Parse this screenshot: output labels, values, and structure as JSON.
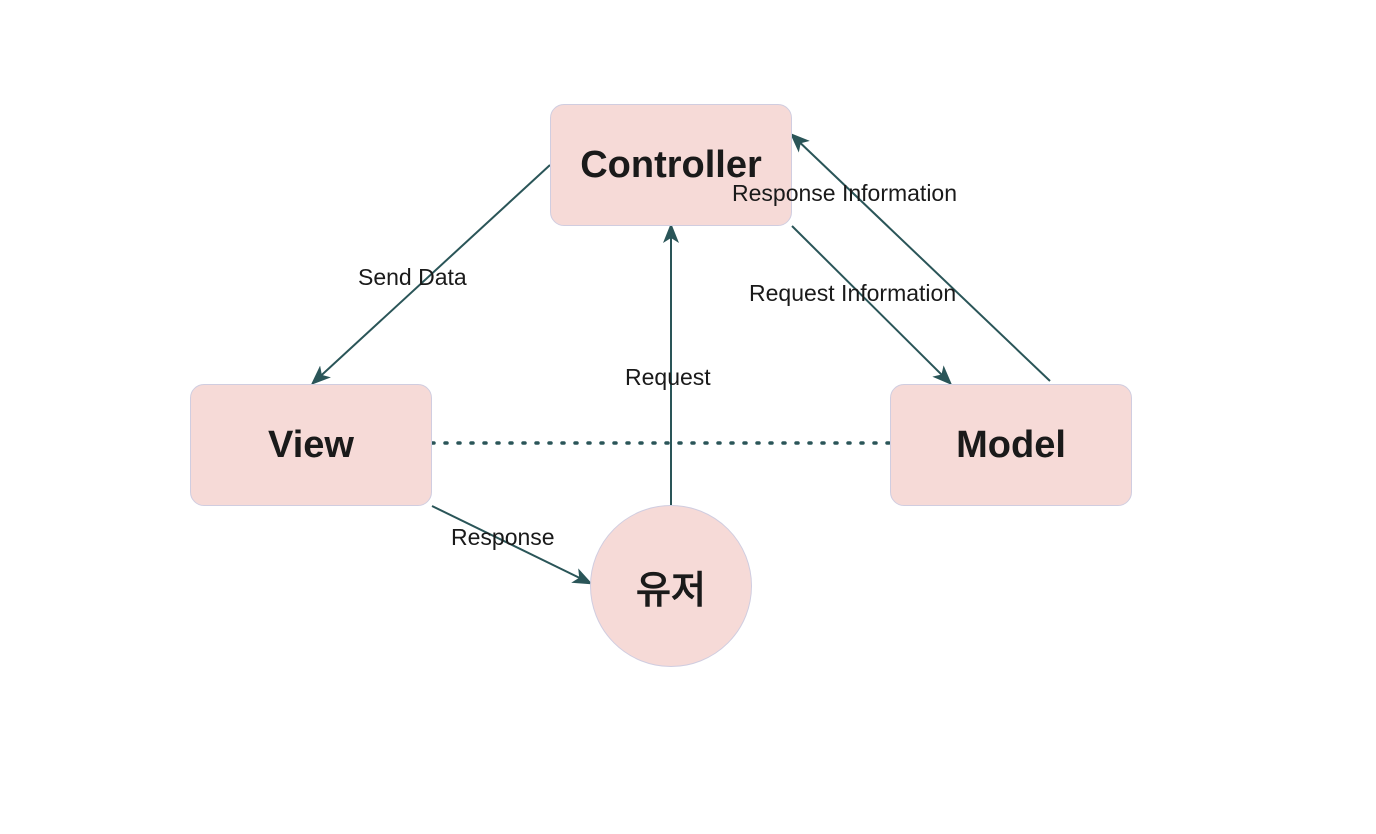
{
  "diagram": {
    "colors": {
      "node_fill": "#f6dad7",
      "node_border": "#d0cde0",
      "edge": "#2a5558",
      "text": "#1a1a1a"
    },
    "nodes": {
      "controller": "Controller",
      "view": "View",
      "model": "Model",
      "user": "유저"
    },
    "edges": {
      "send_data": "Send Data",
      "request": "Request",
      "response": "Response",
      "request_information": "Request Information",
      "response_information": "Response Information"
    }
  }
}
